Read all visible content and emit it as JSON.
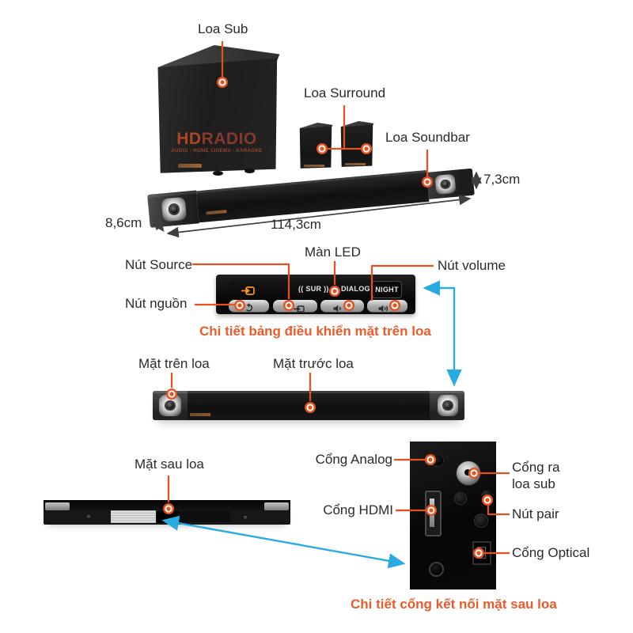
{
  "top_section": {
    "labels": {
      "sub": "Loa Sub",
      "surround": "Loa Surround",
      "soundbar": "Loa Soundbar"
    },
    "dimensions": {
      "height": "7,3cm",
      "depth": "8,6cm",
      "width": "114,3cm"
    },
    "watermark": {
      "brand_hd": "HD",
      "brand_radio": "RADIO",
      "tagline": "AUDIO - HOME CINEMA - KARAOKE"
    }
  },
  "control_panel": {
    "labels": {
      "source": "Nút Source",
      "led": "Màn LED",
      "volume": "Nút volume",
      "power": "Nút nguồn"
    },
    "display": {
      "sur": "(( SUR ))",
      "dialog": "DIALOG",
      "night": "NIGHT"
    },
    "caption": "Chi tiết bảng điều khiển mặt trên loa"
  },
  "front_view": {
    "labels": {
      "top": "Mặt trên loa",
      "front": "Mặt trước loa"
    }
  },
  "back_view": {
    "label": "Mặt sau loa"
  },
  "ports": {
    "labels": {
      "analog": "Cổng Analog",
      "sub_out_line1": "Cổng ra",
      "sub_out_line2": "loa sub",
      "hdmi": "Cổng HDMI",
      "pair": "Nút pair",
      "optical": "Cổng Optical"
    },
    "caption": "Chi tiết cổng kết nối mặt sau loa"
  },
  "colors": {
    "callout_orange": "#E8511D",
    "caption_orange": "#EB5A2B",
    "arrow_blue": "#29ABE2",
    "label_dark": "#2B2A29"
  }
}
